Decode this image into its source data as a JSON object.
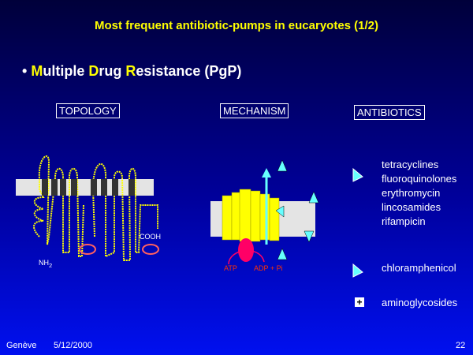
{
  "slide": {
    "title": "Most frequent antibiotic-pumps in eucaryotes (1/2)",
    "bullet_marker": "•",
    "bullet_parts": [
      "M",
      "ultiple ",
      "D",
      "rug ",
      "R",
      "esistance (PgP)"
    ]
  },
  "headers": {
    "topology": "TOPOLOGY",
    "mechanism": "MECHANISM",
    "antibiotics": "ANTIBIOTICS"
  },
  "topology": {
    "nh2": "NH",
    "nh2_sub": "2",
    "cooh": "COOH"
  },
  "mechanism": {
    "atp": "ATP",
    "adp": "ADP + Pi"
  },
  "antibiotics": {
    "group1": [
      "tetracyclines",
      "fluoroquinolones",
      "erythromycin",
      "lincosamides",
      "rifampicin"
    ],
    "group2": "chloramphenicol",
    "group3": "aminoglycosides",
    "plus_symbol": "+"
  },
  "footer": {
    "location": "Genève",
    "date": "5/12/2000",
    "page": "22"
  },
  "colors": {
    "title": "#ffff00",
    "membrane": "#e0e0e0",
    "protein": "#ffff00",
    "drug": "#66ffff",
    "atp": "#ff0066"
  }
}
